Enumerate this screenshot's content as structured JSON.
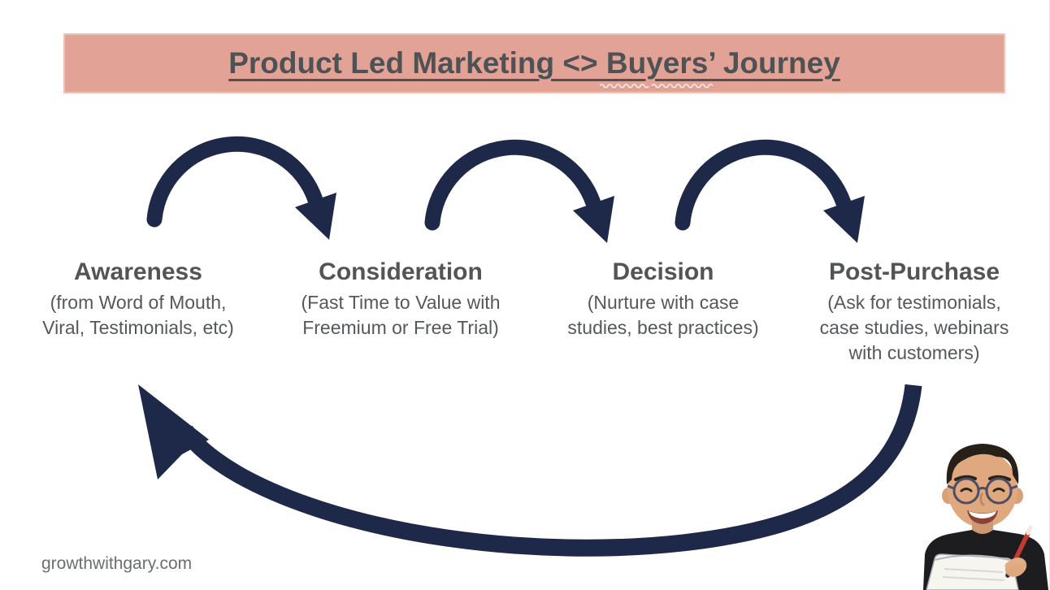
{
  "slide": {
    "title": "Product Led Marketing <> Buyers’ Journey",
    "footer_url": "growthwithgary.com",
    "stages": [
      {
        "name": "Awareness",
        "lines": [
          "(from Word of Mouth,",
          "Viral, Testimonials, etc)"
        ]
      },
      {
        "name": "Consideration",
        "lines": [
          "(Fast Time to Value with",
          "Freemium or Free Trial)"
        ]
      },
      {
        "name": "Decision",
        "lines": [
          "(Nurture with case",
          "studies, best practices)"
        ]
      },
      {
        "name": "Post-Purchase",
        "lines": [
          "(Ask for testimonials,",
          "case studies, webinars",
          "with customers)"
        ]
      }
    ],
    "colors": {
      "banner_background": "#e3a296",
      "arrow_navy": "#1e2849",
      "title_text": "#4f5254",
      "body_text": "#55585a",
      "footer_text": "#6b6e70",
      "spellcheck_wave_red": "#d4725f",
      "spellcheck_wave_white": "#f3ded8"
    },
    "icons": {
      "flow_arrow": "curved-arc-arrow-right-icon",
      "loop_arrow": "loop-back-arrow-icon",
      "spellcheck": "spellcheck-wavy-underline-icon",
      "webcam": "presenter-photo"
    }
  }
}
